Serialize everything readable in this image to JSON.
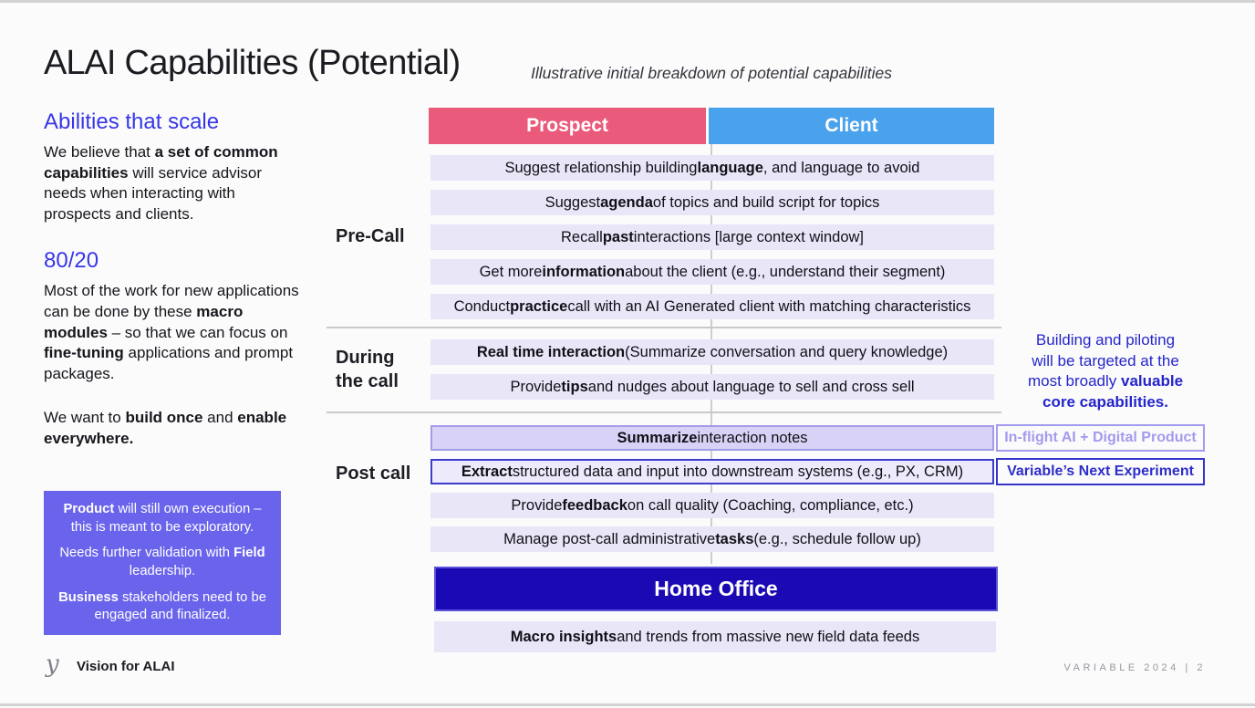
{
  "slide": {
    "title_prefix": "ALAI",
    "title_rest": " Capabilities (Potential)",
    "subtitle": "Illustrative initial breakdown of potential capabilities"
  },
  "left_panel": {
    "heading1": "Abilities that scale",
    "para1": [
      {
        "t": "We believe that ",
        "b": false
      },
      {
        "t": "a set of common capabilities",
        "b": true
      },
      {
        "t": " will service advisor needs when interacting with prospects and clients.",
        "b": false
      }
    ],
    "heading2": "80/20",
    "para2": [
      {
        "t": "Most of the work for new applications can be done by these ",
        "b": false
      },
      {
        "t": "macro modules",
        "b": true
      },
      {
        "t": " – so that we can focus on ",
        "b": false
      },
      {
        "t": "fine-tuning",
        "b": true
      },
      {
        "t": " applications and prompt packages.",
        "b": false
      }
    ],
    "para3": [
      {
        "t": "We want to ",
        "b": false
      },
      {
        "t": "build once",
        "b": true
      },
      {
        "t": " and ",
        "b": false
      },
      {
        "t": "enable everywhere.",
        "b": true
      }
    ],
    "callout": {
      "lines": [
        [
          {
            "t": "Product",
            "b": true
          },
          {
            "t": " will still own execution – this is meant to be exploratory.",
            "b": false
          }
        ],
        [
          {
            "t": "Needs further validation with ",
            "b": false
          },
          {
            "t": "Field",
            "b": true
          },
          {
            "t": " leadership.",
            "b": false
          }
        ],
        [
          {
            "t": "Business",
            "b": true
          },
          {
            "t": " stakeholders need to be engaged and finalized.",
            "b": false
          }
        ]
      ]
    }
  },
  "matrix": {
    "headers": [
      {
        "label": "Prospect",
        "color": "#ea5a7b"
      },
      {
        "label": "Client",
        "color": "#4aa2ec"
      }
    ],
    "sections": [
      {
        "label": "Pre-Call",
        "rows": [
          {
            "variant": "default",
            "segments": [
              {
                "t": "Suggest relationship building ",
                "b": false
              },
              {
                "t": "language",
                "b": true
              },
              {
                "t": ", and language to avoid",
                "b": false
              }
            ]
          },
          {
            "variant": "default",
            "segments": [
              {
                "t": "Suggest ",
                "b": false
              },
              {
                "t": "agenda",
                "b": true
              },
              {
                "t": " of topics and build script for topics",
                "b": false
              }
            ]
          },
          {
            "variant": "default",
            "segments": [
              {
                "t": "Recall ",
                "b": false
              },
              {
                "t": "past",
                "b": true
              },
              {
                "t": " interactions [large context window]",
                "b": false
              }
            ]
          },
          {
            "variant": "default",
            "segments": [
              {
                "t": "Get more ",
                "b": false
              },
              {
                "t": "information",
                "b": true
              },
              {
                "t": " about the client (e.g., understand their segment)",
                "b": false
              }
            ]
          },
          {
            "variant": "default",
            "segments": [
              {
                "t": "Conduct ",
                "b": false
              },
              {
                "t": "practice",
                "b": true
              },
              {
                "t": " call with an AI Generated client with matching characteristics",
                "b": false
              }
            ]
          }
        ]
      },
      {
        "label": "During\nthe call",
        "rows": [
          {
            "variant": "default",
            "segments": [
              {
                "t": "Real time interaction",
                "b": true
              },
              {
                "t": " (Summarize conversation and query knowledge)",
                "b": false
              }
            ]
          },
          {
            "variant": "default",
            "segments": [
              {
                "t": "Provide ",
                "b": false
              },
              {
                "t": "tips",
                "b": true
              },
              {
                "t": " and nudges about language to sell and cross sell",
                "b": false
              }
            ]
          }
        ]
      },
      {
        "label": "Post call",
        "rows": [
          {
            "variant": "highlight",
            "segments": [
              {
                "t": "Summarize",
                "b": true
              },
              {
                "t": " interaction notes",
                "b": false
              }
            ]
          },
          {
            "variant": "outline",
            "segments": [
              {
                "t": "Extract",
                "b": true
              },
              {
                "t": " structured data and input into downstream systems (e.g., PX, CRM)",
                "b": false
              }
            ]
          },
          {
            "variant": "default",
            "segments": [
              {
                "t": "Provide ",
                "b": false
              },
              {
                "t": "feedback",
                "b": true
              },
              {
                "t": " on call quality (Coaching, compliance, etc.)",
                "b": false
              }
            ]
          },
          {
            "variant": "default",
            "segments": [
              {
                "t": "Manage post-call administrative ",
                "b": false
              },
              {
                "t": "tasks",
                "b": true
              },
              {
                "t": " (e.g., schedule follow up)",
                "b": false
              }
            ]
          }
        ]
      }
    ]
  },
  "right_panel": {
    "note": [
      {
        "t": "Building and piloting\nwill be targeted at the\nmost broadly ",
        "b": false
      },
      {
        "t": "valuable",
        "b": true
      },
      {
        "t": "\n",
        "b": false
      },
      {
        "t": "core capabilities.",
        "b": true
      }
    ],
    "tags": [
      {
        "label": "In-flight AI + Digital Product",
        "color": "#a29bee"
      },
      {
        "label": "Variable’s Next Experiment",
        "color": "#2e2ec9"
      }
    ]
  },
  "home_office": {
    "label": "Home Office",
    "row": [
      {
        "t": "Macro insights",
        "b": true
      },
      {
        "t": " and trends from massive new field data feeds",
        "b": false
      }
    ]
  },
  "footer": {
    "logo": "y",
    "left": "Vision for ALAI",
    "right": "VARIABLE 2024 | 2"
  },
  "colors": {
    "accent_blue_heading": "#3636e8",
    "callout_bg": "#6a63eb",
    "prospect_header": "#ea5a7b",
    "client_header": "#4aa2ec",
    "row_bg": "#e9e6f8",
    "row_highlight_bg": "#d8d3f6",
    "row_highlight_border": "#a49ce9",
    "row_outline_border": "#3d3dcd",
    "home_office_bg": "#1b0ab4",
    "note_blue": "#2525cd",
    "tag_inflight": "#a29bee",
    "tag_experiment": "#2e2ec9"
  }
}
